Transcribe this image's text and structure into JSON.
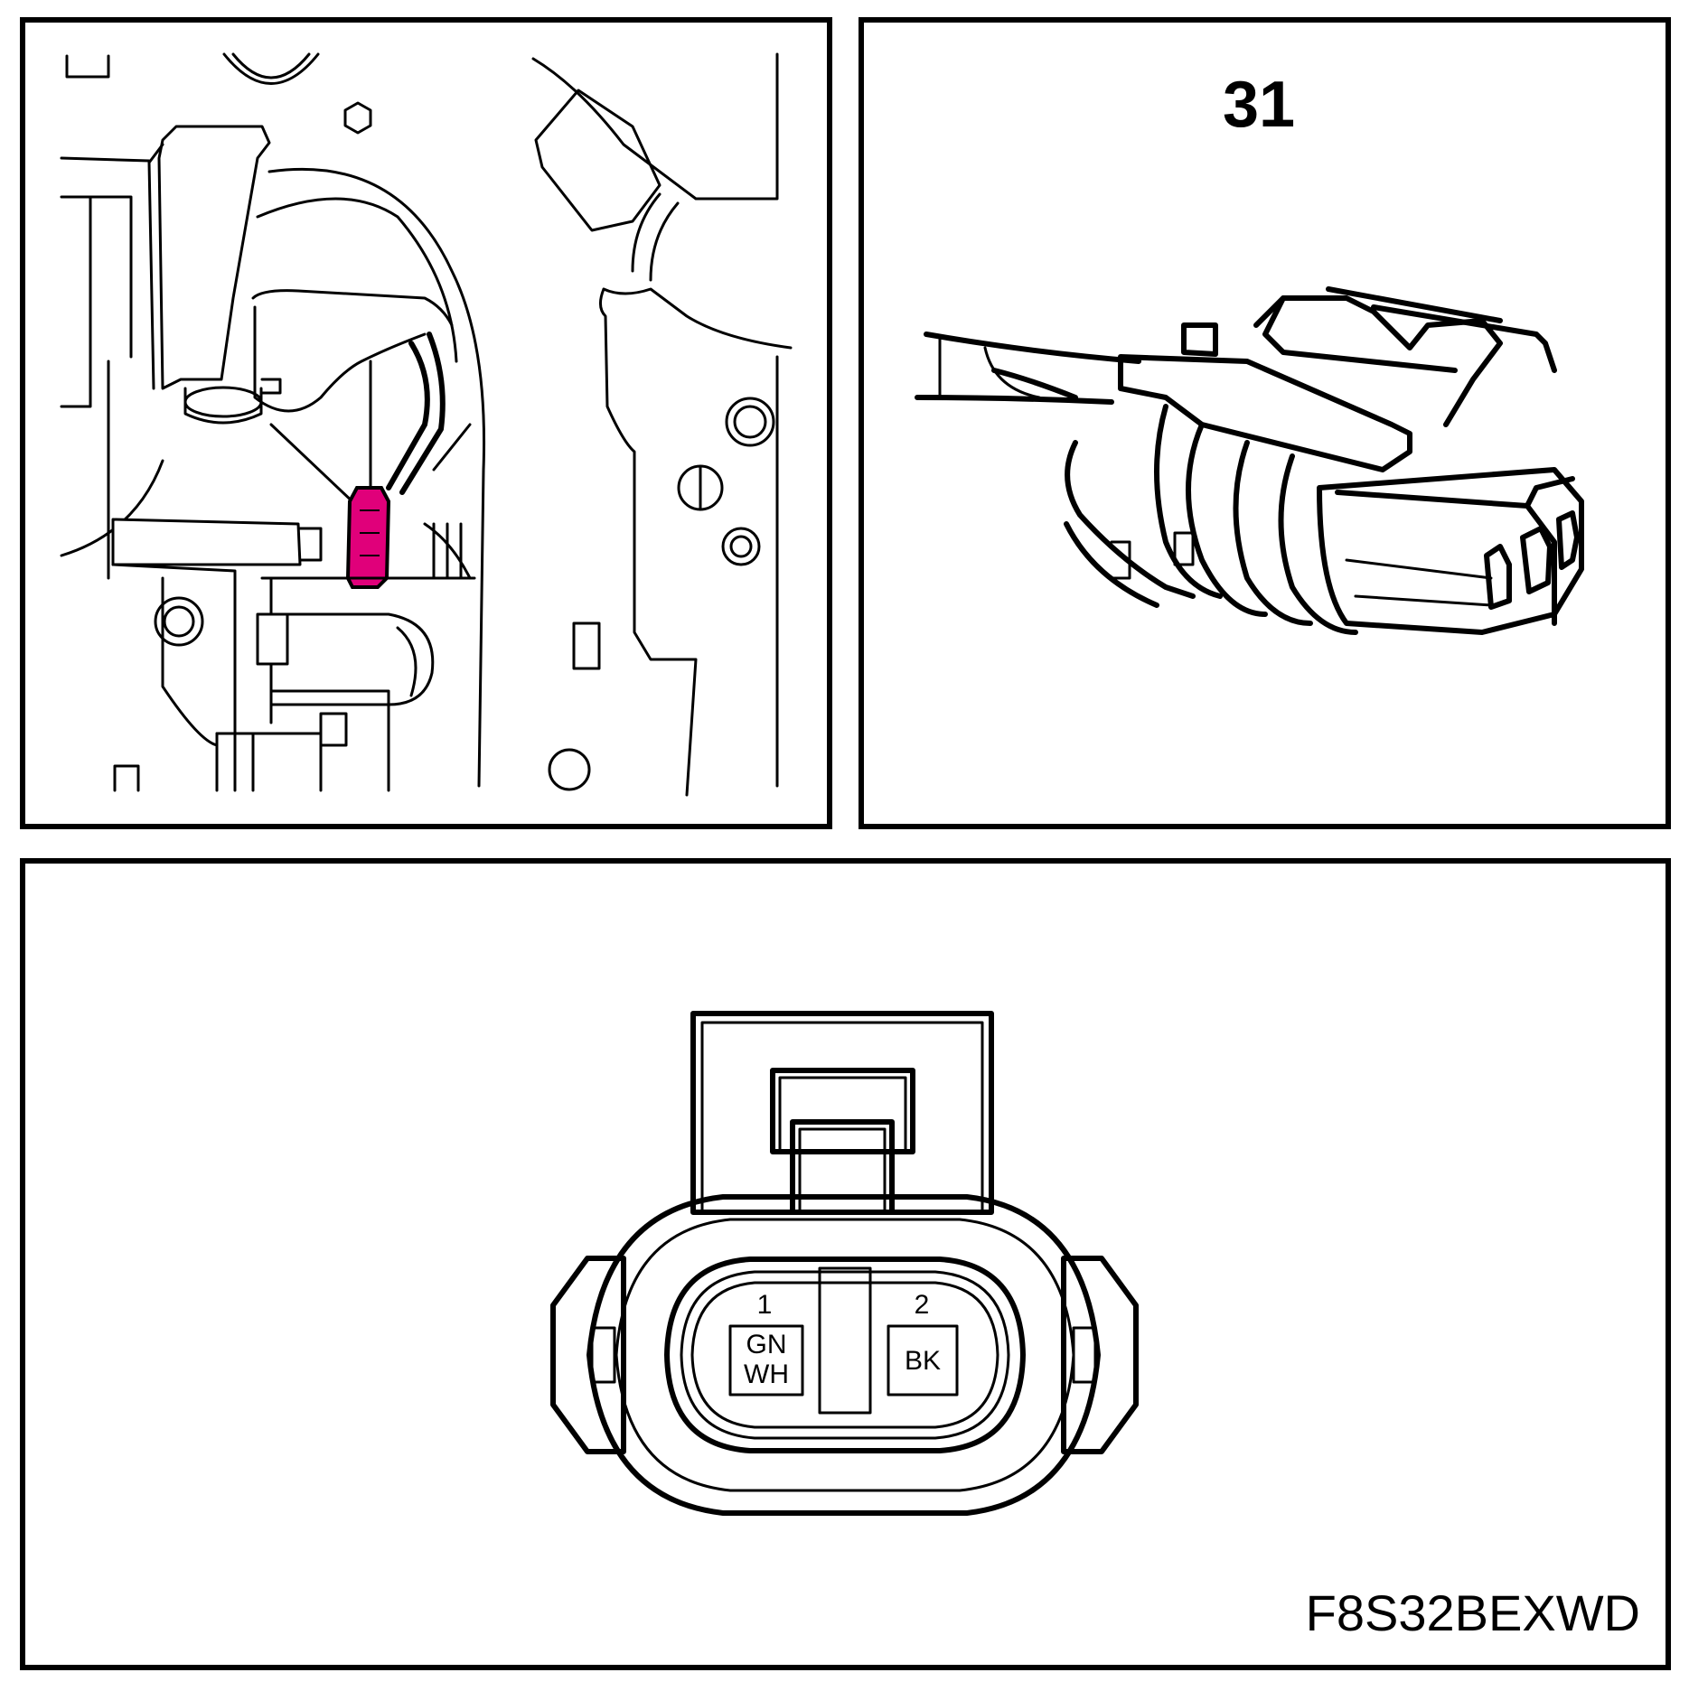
{
  "callout_number": "31",
  "connector": {
    "pins": [
      {
        "number": "1",
        "wire_color_lines": [
          "GN",
          "WH"
        ]
      },
      {
        "number": "2",
        "wire_color_lines": [
          "BK"
        ]
      }
    ]
  },
  "reference_code": "F8S32BEXWD",
  "colors": {
    "highlight": "#e0007a",
    "line": "#000000",
    "background": "#ffffff"
  }
}
